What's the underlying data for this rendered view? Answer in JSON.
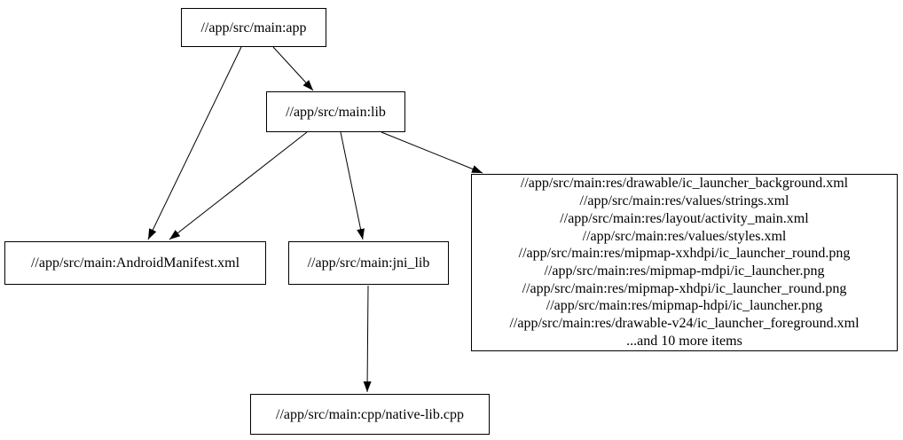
{
  "diagram": {
    "type": "dependency-graph",
    "background_color": "#ffffff",
    "node_border_color": "#000000",
    "node_fill_color": "#ffffff",
    "edge_color": "#000000",
    "nodes": [
      {
        "id": "app",
        "label": "//app/src/main:app"
      },
      {
        "id": "lib",
        "label": "//app/src/main:lib"
      },
      {
        "id": "android_manifest",
        "label": "//app/src/main:AndroidManifest.xml"
      },
      {
        "id": "jni_lib",
        "label": "//app/src/main:jni_lib"
      },
      {
        "id": "res_group",
        "label": "//app/src/main:res/drawable/ic_launcher_background.xml\n//app/src/main:res/values/strings.xml\n//app/src/main:res/layout/activity_main.xml\n//app/src/main:res/values/styles.xml\n//app/src/main:res/mipmap-xxhdpi/ic_launcher_round.png\n//app/src/main:res/mipmap-mdpi/ic_launcher.png\n//app/src/main:res/mipmap-xhdpi/ic_launcher_round.png\n//app/src/main:res/mipmap-hdpi/ic_launcher.png\n//app/src/main:res/drawable-v24/ic_launcher_foreground.xml\n...and 10 more items"
      },
      {
        "id": "native_lib_cpp",
        "label": "//app/src/main:cpp/native-lib.cpp"
      }
    ],
    "edges": [
      {
        "from": "app",
        "to": "lib"
      },
      {
        "from": "app",
        "to": "android_manifest"
      },
      {
        "from": "lib",
        "to": "android_manifest"
      },
      {
        "from": "lib",
        "to": "jni_lib"
      },
      {
        "from": "lib",
        "to": "res_group"
      },
      {
        "from": "jni_lib",
        "to": "native_lib_cpp"
      }
    ]
  }
}
